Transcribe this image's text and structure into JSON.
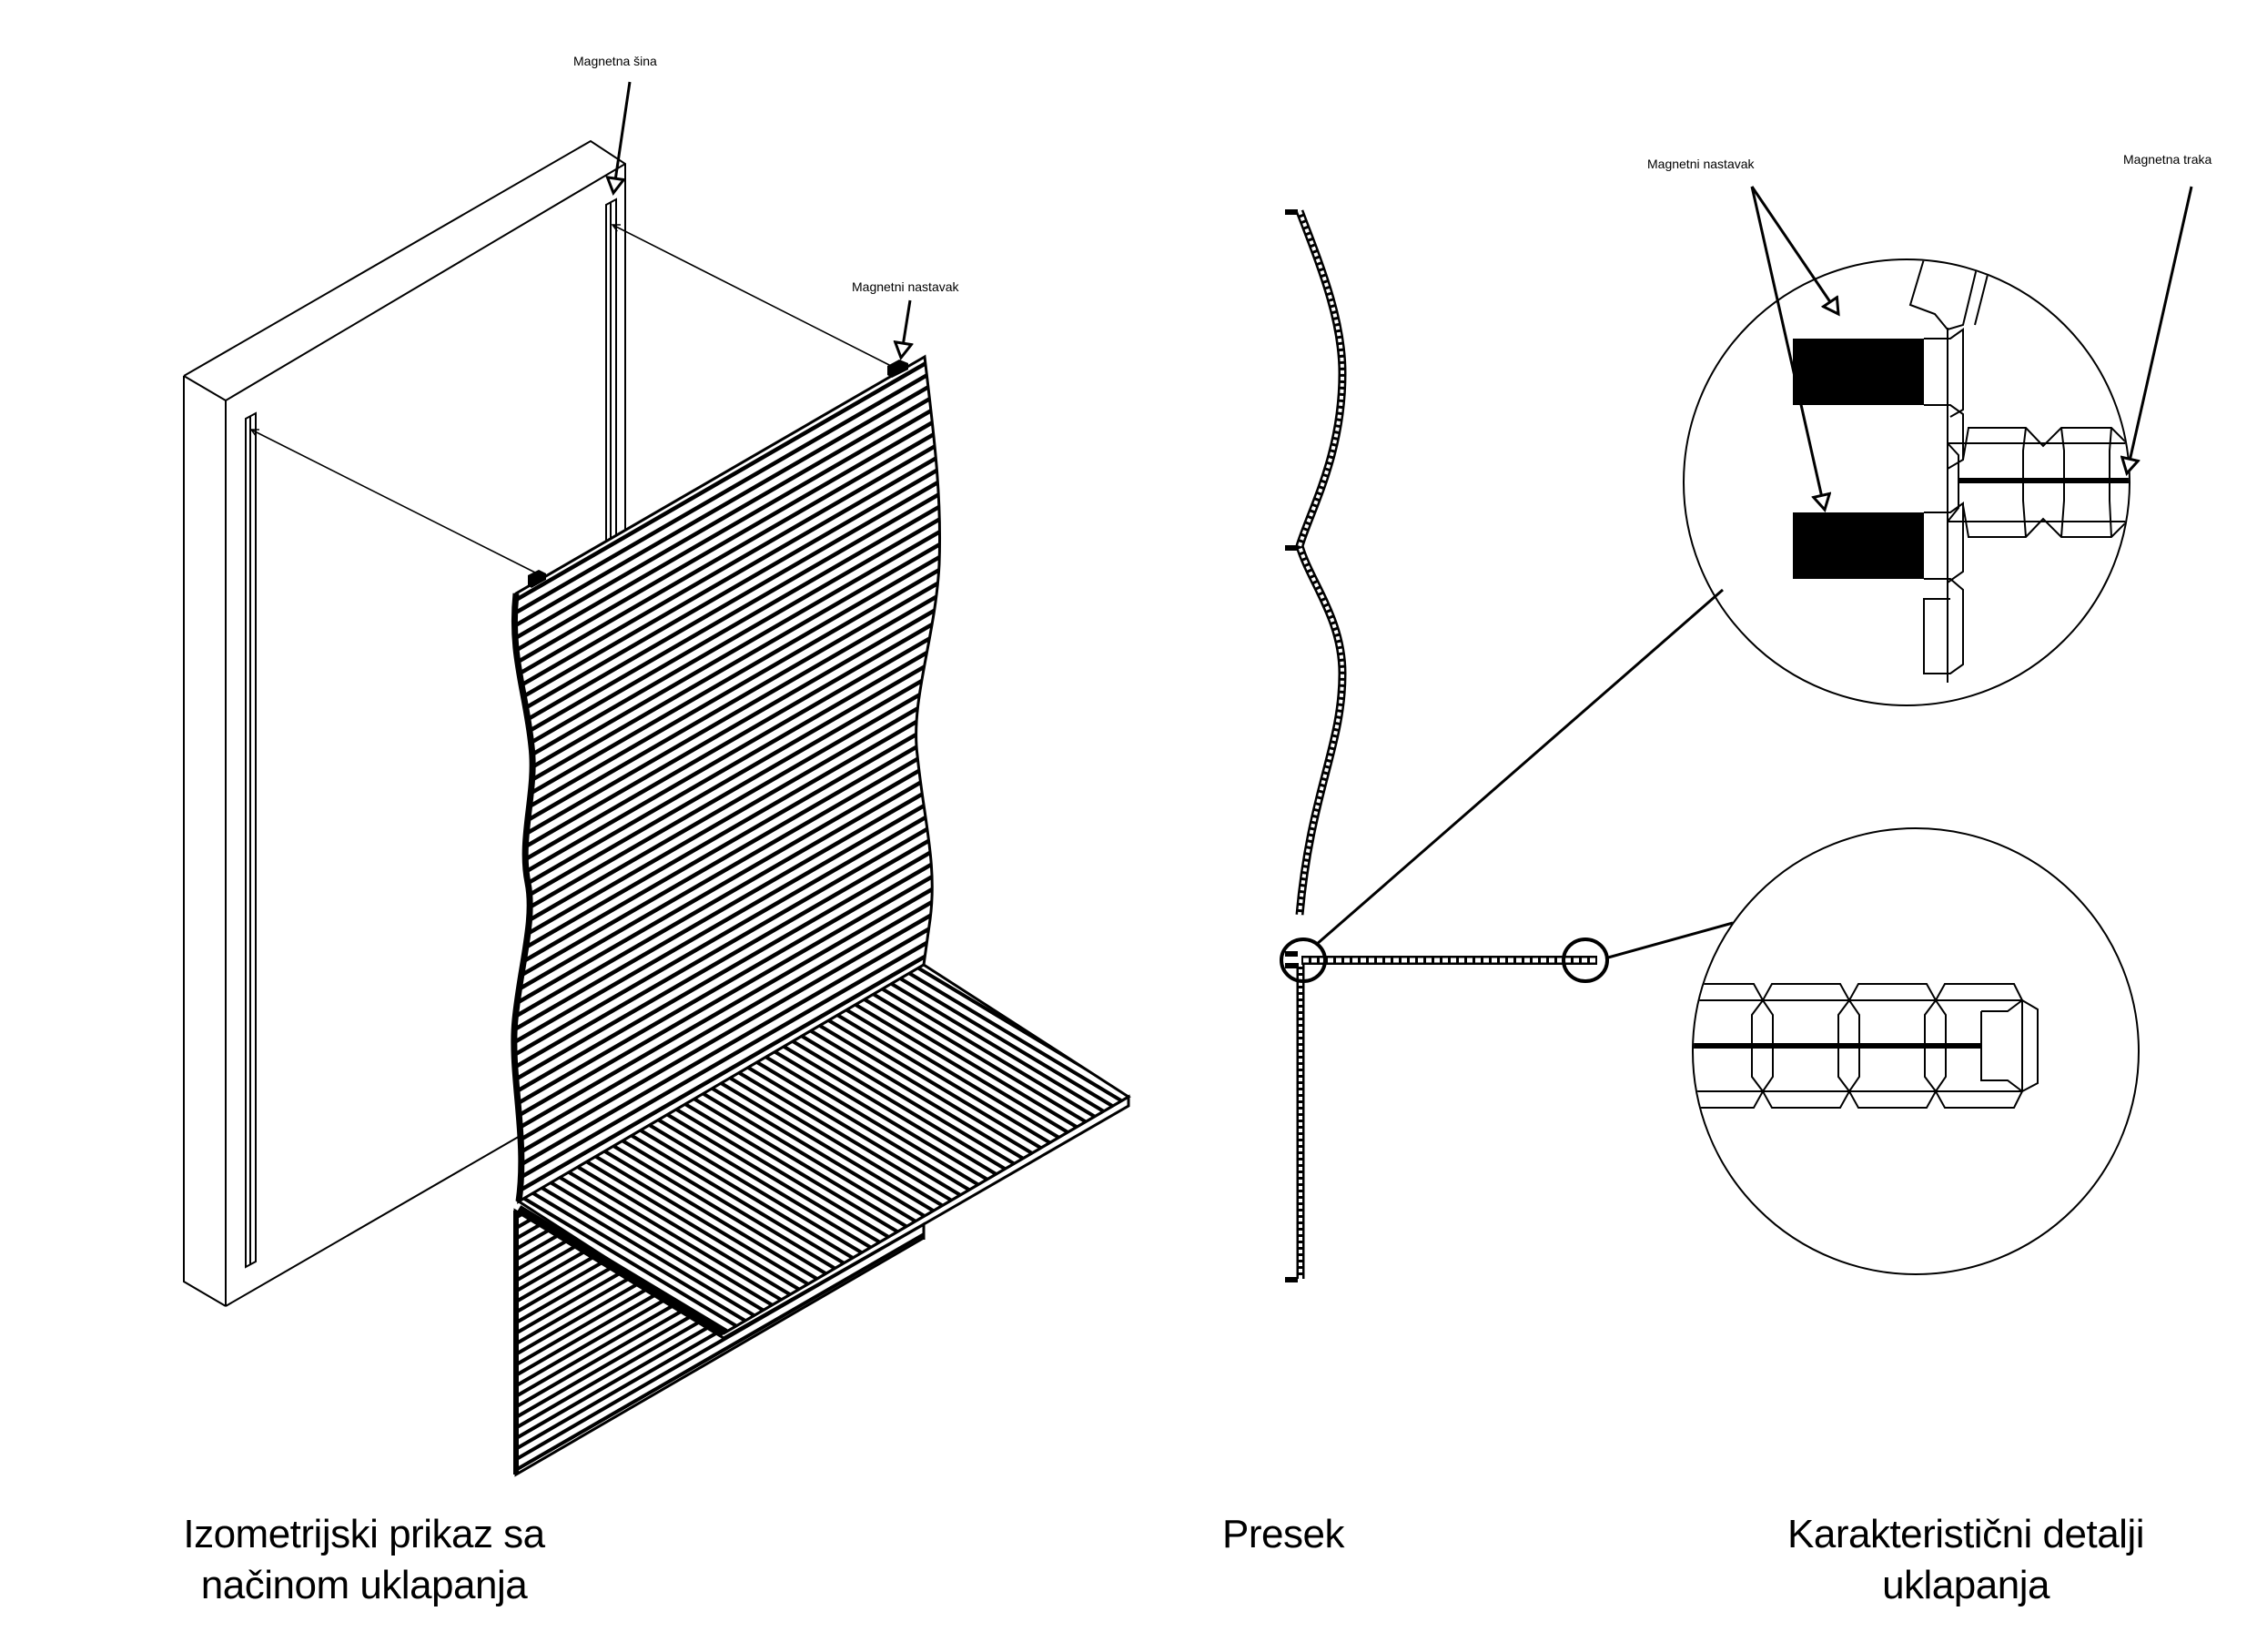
{
  "labels": {
    "magnetic_rail": "Magnetna šina",
    "magnetic_extension_iso": "Magnetni nastavak",
    "magnetic_extension_detail": "Magnetni nastavak",
    "magnetic_strip": "Magnetna traka"
  },
  "captions": {
    "isometric": [
      "Izometrijski prikaz sa",
      "načinom uklapanja"
    ],
    "section": [
      "Presek"
    ],
    "details": [
      "Karakteristični detalji",
      "uklapanja"
    ]
  },
  "colors": {
    "ink": "#000000",
    "paper": "#ffffff"
  }
}
